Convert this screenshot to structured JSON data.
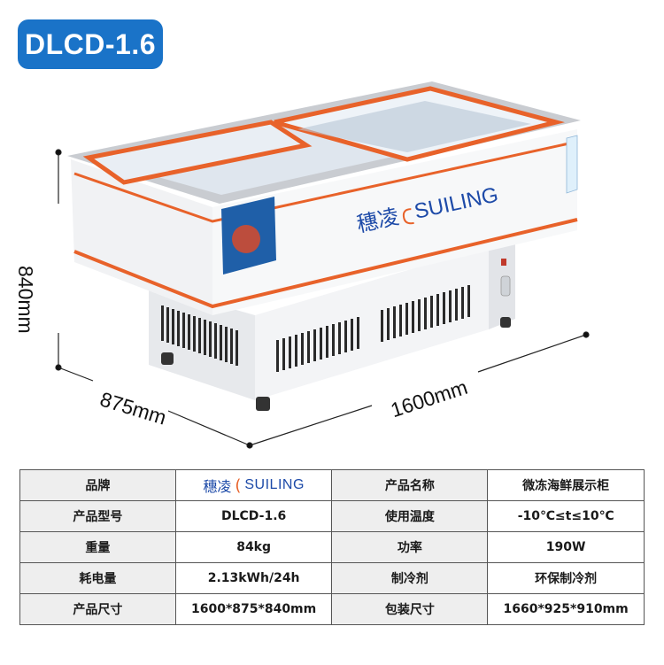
{
  "badge": "DLCD-1.6",
  "dimensions": {
    "height": "840mm",
    "depth": "875mm",
    "width": "1600mm"
  },
  "cabinet_logo": {
    "cn": "穗凌",
    "en": "SUILING"
  },
  "spec_rows": [
    {
      "k1": "品牌",
      "v1": "",
      "k2": "产品名称",
      "v2": "微冻海鲜展示柜"
    },
    {
      "k1": "产品型号",
      "v1": "DLCD-1.6",
      "k2": "使用温度",
      "v2": "-10℃≤t≤10℃"
    },
    {
      "k1": "重量",
      "v1": "84kg",
      "k2": "功率",
      "v2": "190W"
    },
    {
      "k1": "耗电量",
      "v1": "2.13kWh/24h",
      "k2": "制冷剂",
      "v2": "环保制冷剂"
    },
    {
      "k1": "产品尺寸",
      "v1": "1600*875*840mm",
      "k2": "包装尺寸",
      "v2": "1660*925*910mm"
    }
  ],
  "colors": {
    "badge": "#1a73c8",
    "accent": "#e8622a",
    "brand_blue": "#1d4aa8"
  }
}
